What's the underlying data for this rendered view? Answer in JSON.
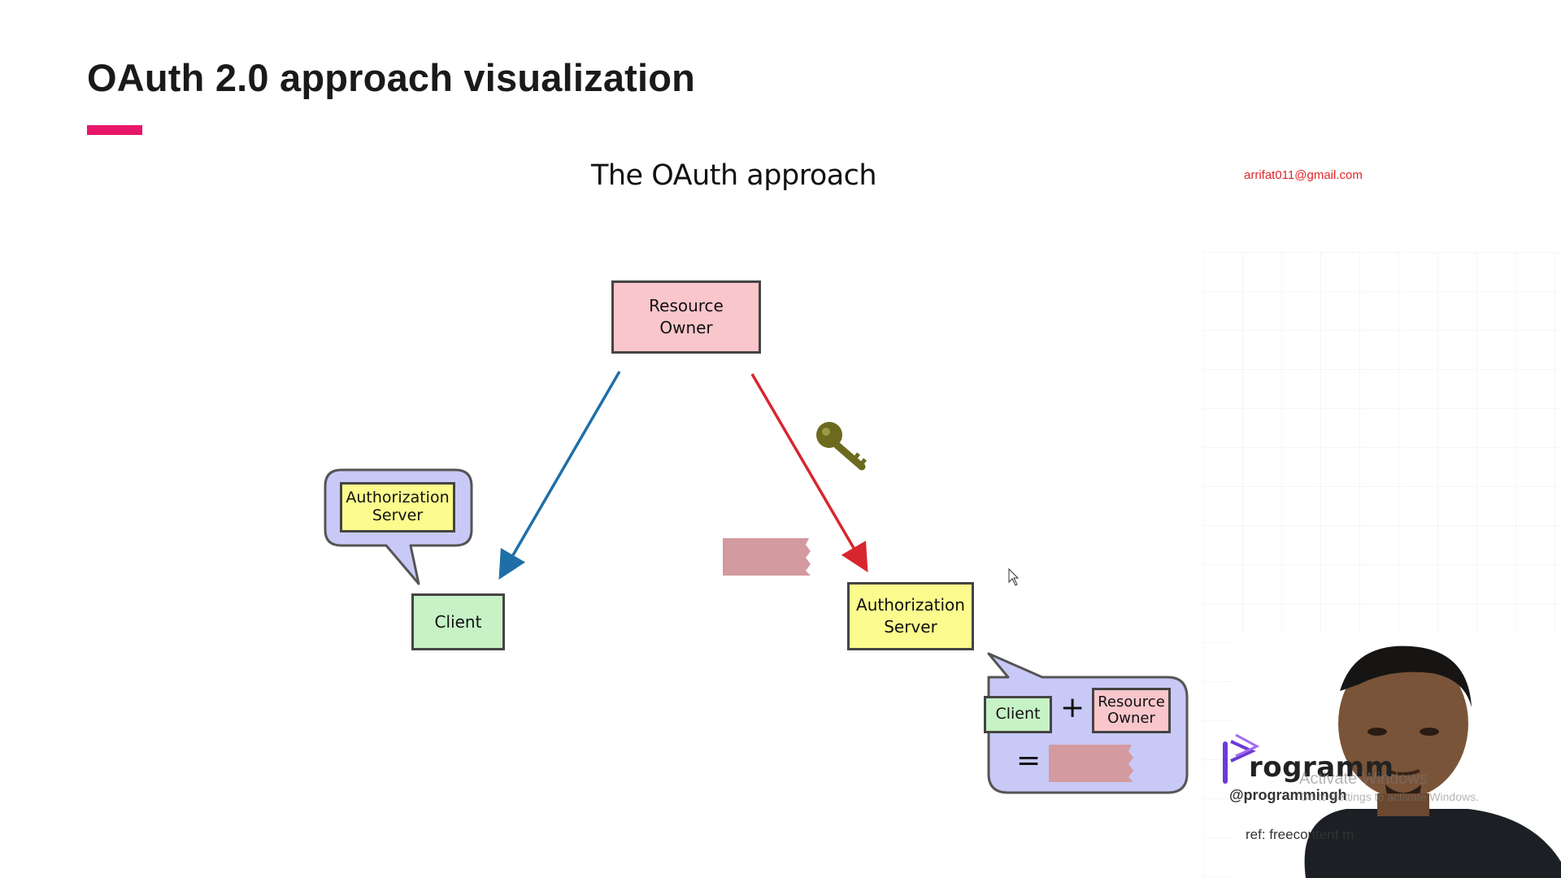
{
  "slide": {
    "title": "OAuth 2.0 approach visualization",
    "accent_color": "#e8176a"
  },
  "diagram": {
    "title": "The OAuth approach",
    "nodes": {
      "resource_owner": "Resource\nOwner",
      "client": "Client",
      "authorization_server": "Authorization\nServer"
    },
    "left_bubble": {
      "label": "Authorization\nServer"
    },
    "right_bubble": {
      "client": "Client",
      "plus": "+",
      "resource_owner": "Resource\nOwner",
      "equals": "="
    },
    "icons": [
      "key-icon",
      "token-icon",
      "cursor-icon"
    ],
    "colors": {
      "resource_owner_fill": "#f9c6cb",
      "client_fill": "#c6f2c6",
      "auth_server_fill": "#fbfb8e",
      "bubble_fill": "#c9c9f7",
      "token_fill": "#d39a9f",
      "left_arrow": "#1e6fa8",
      "right_arrow": "#d8262f",
      "key": "#6b6a1e"
    }
  },
  "overlay": {
    "email": "arrifat011@gmail.com",
    "brand": "rogramm",
    "handle": "@programmingh",
    "ref": "ref: freecontent m",
    "activate_title": "Activate Windows",
    "activate_sub": "Go to Settings to activate Windows."
  }
}
